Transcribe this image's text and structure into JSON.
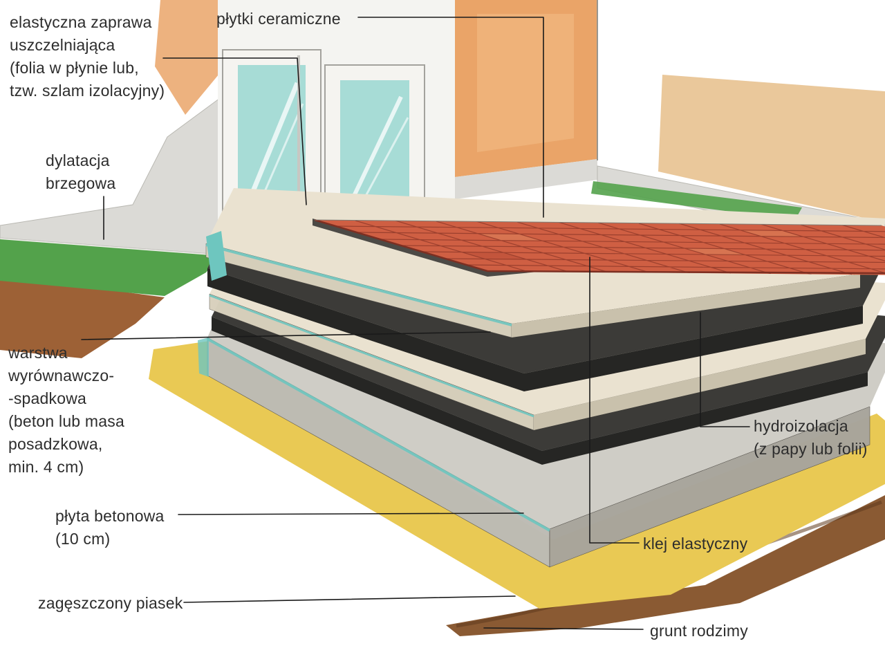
{
  "labels": {
    "sealing_mortar": [
      "elastyczna zaprawa",
      "uszczelniająca",
      "(folia w płynie lub,",
      "tzw. szlam izolacyjny)"
    ],
    "ceramic_tiles": [
      "płytki ceramiczne"
    ],
    "edge_expansion_joint": [
      "dylatacja",
      "brzegowa"
    ],
    "leveling_layer": [
      "warstwa",
      "wyrównawczo-",
      "-spadkowa",
      "(beton lub masa",
      "posadzkowa,",
      "min. 4 cm)"
    ],
    "concrete_slab": [
      "płyta betonowa",
      "(10 cm)"
    ],
    "compacted_sand": [
      "zagęszczony piasek"
    ],
    "waterproofing": [
      "hydroizolacja",
      "(z papy lub folii)"
    ],
    "flexible_adhesive": [
      "klej elastyczny"
    ],
    "native_soil": [
      "grunt rodzimy"
    ]
  },
  "colors": {
    "ink": "#1a1a1a",
    "tile": "#cf5f43",
    "tile-light": "#e08a5f",
    "tile-dark": "#b84c35",
    "tile-grout": "#8a3527",
    "beige-top": "#eae2d0",
    "beige-face": "#d9d1bd",
    "beige-face-dark": "#c9c1ac",
    "dark-layer": "#3c3b38",
    "dark-face": "#262624",
    "gray-top": "#cfcdc6",
    "gray-face": "#bdbbb4",
    "gray-face-dark": "#a8a59c",
    "teal": "#6ec6bf",
    "sand": "#e9c954",
    "ground": "#8a5a33",
    "ground-dark": "#5e3a1e",
    "grass": "#53a24b",
    "soil": "#9d6136",
    "wall": "#dbdad6",
    "wall-trim": "#f1f0ec",
    "orange-wall": "#eaa468",
    "orange-wall-light": "#f2bc85",
    "tan-wall": "#eac89b",
    "glass": "#a7dcd6",
    "frame": "#f5f4f0"
  }
}
